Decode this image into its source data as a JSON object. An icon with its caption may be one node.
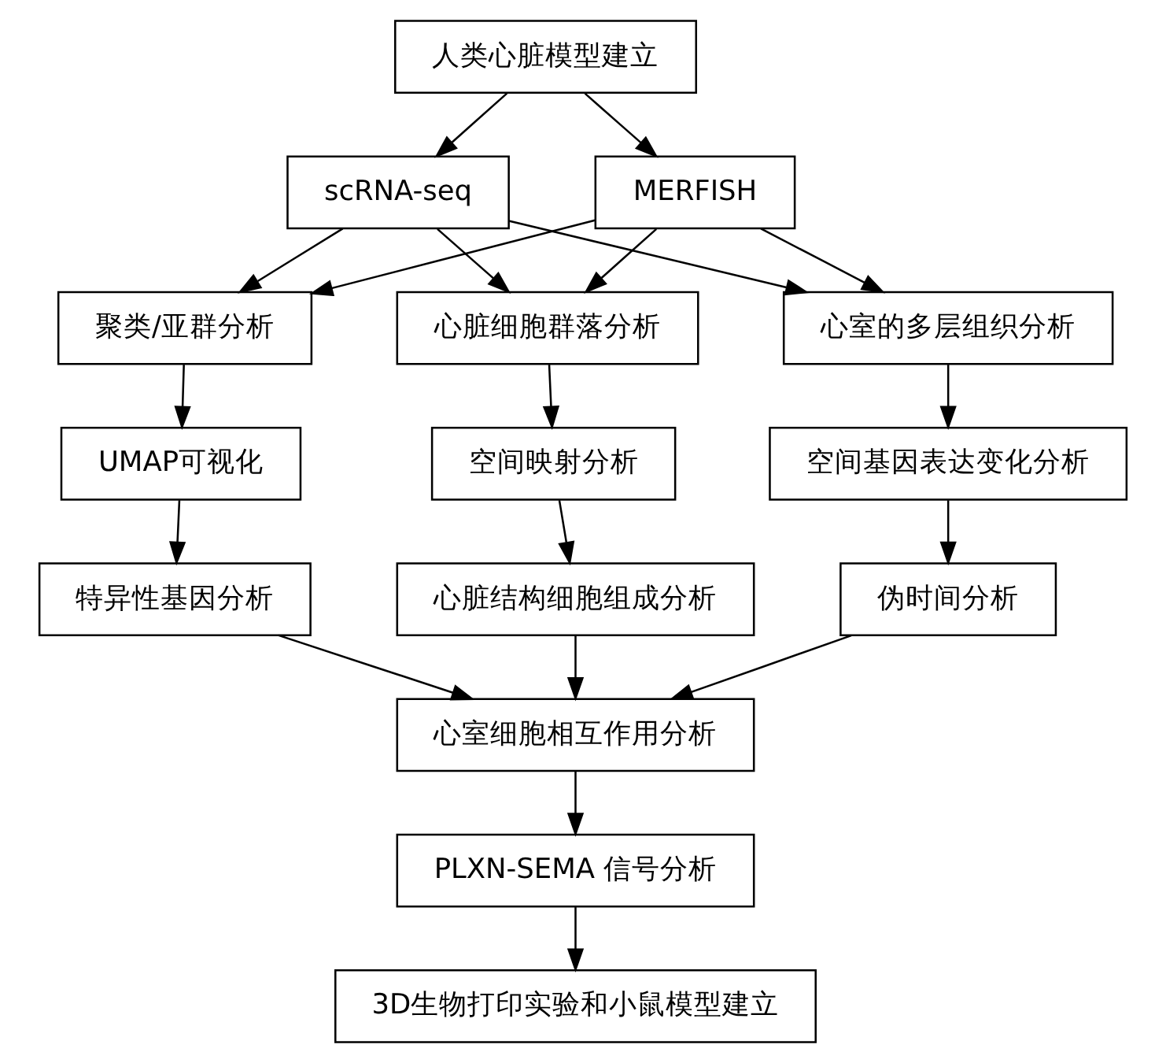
{
  "diagram": {
    "nodes": [
      {
        "text": [
          "人类心脏模型建立"
        ]
      },
      {
        "text": [
          "scRNA-seq"
        ]
      },
      {
        "text": [
          "MERFISH"
        ]
      },
      {
        "text": [
          "聚类/亚群分析"
        ]
      },
      {
        "text": [
          "心脏细胞群落分析"
        ]
      },
      {
        "text": [
          "心室的多层组织分析"
        ]
      },
      {
        "text": [
          "UMAP可视化"
        ]
      },
      {
        "text": [
          "空间映射分析"
        ]
      },
      {
        "text": [
          "空间基因表达变化分析"
        ]
      },
      {
        "text": [
          "特异性基因分析"
        ]
      },
      {
        "text": [
          "心脏结构细胞组成分析"
        ]
      },
      {
        "text": [
          "伪时间分析"
        ]
      },
      {
        "text": [
          "心室细胞相互作用分析"
        ]
      },
      {
        "text": [
          "PLXN-SEMA 信号分析"
        ]
      },
      {
        "text": [
          "3D生物打印实验和小鼠模型建立"
        ]
      }
    ],
    "edges": [
      {
        "from": 0,
        "to": 1,
        "arrow": "to"
      },
      {
        "from": 0,
        "to": 2,
        "arrow": "to"
      },
      {
        "from": 1,
        "to": 3,
        "arrow": "to"
      },
      {
        "from": 1,
        "to": 4,
        "arrow": "to"
      },
      {
        "from": 1,
        "to": 5,
        "arrow": "to"
      },
      {
        "from": 2,
        "to": 3,
        "arrow": "to"
      },
      {
        "from": 2,
        "to": 4,
        "arrow": "to"
      },
      {
        "from": 2,
        "to": 5,
        "arrow": "to"
      },
      {
        "from": 3,
        "to": 6,
        "arrow": "to"
      },
      {
        "from": 6,
        "to": 9,
        "arrow": "to"
      },
      {
        "from": 4,
        "to": 7,
        "arrow": "to"
      },
      {
        "from": 7,
        "to": 10,
        "arrow": "to"
      },
      {
        "from": 5,
        "to": 8,
        "arrow": "to"
      },
      {
        "from": 8,
        "to": 11,
        "arrow": "to"
      },
      {
        "from": 9,
        "to": 12,
        "arrow": "to"
      },
      {
        "from": 10,
        "to": 12,
        "arrow": "to"
      },
      {
        "from": 11,
        "to": 12,
        "arrow": "to"
      },
      {
        "from": 12,
        "to": 13,
        "arrow": "to"
      },
      {
        "from": 13,
        "to": 14,
        "arrow": "to"
      }
    ]
  }
}
